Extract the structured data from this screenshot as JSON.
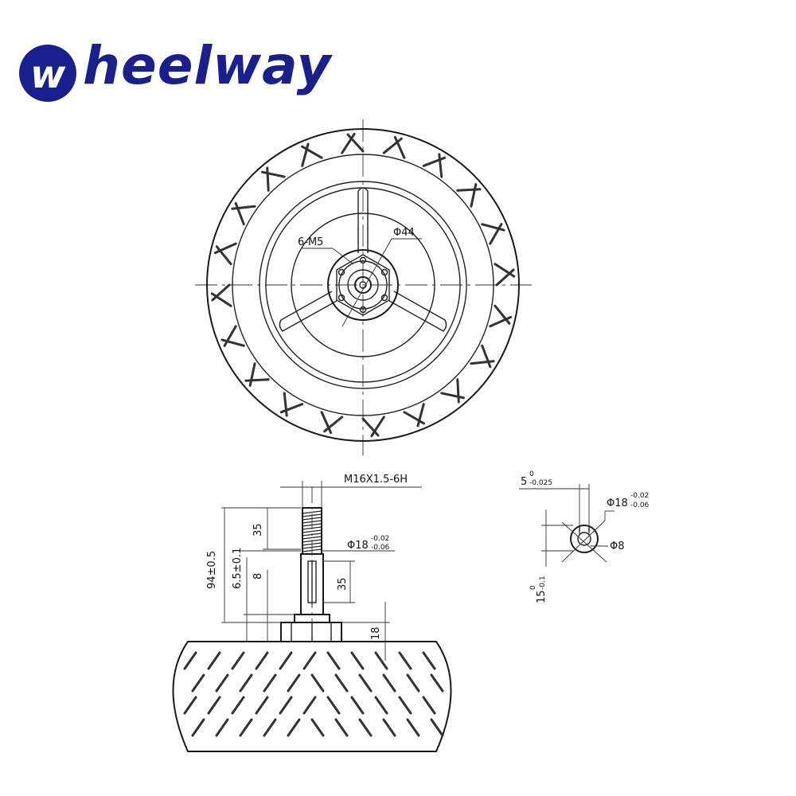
{
  "brand": {
    "name": "heelway",
    "mark_letter": "w",
    "color": "#1a1f8e"
  },
  "front_view": {
    "bolt_label": "6-M5",
    "hub_diameter": "Φ44"
  },
  "side_view": {
    "thread": "M16X1.5-6H",
    "total_length": "94±0.5",
    "step": "6.5±0.1",
    "thread_length": "35",
    "lower_gap": "8",
    "flat_length": "35",
    "flange_height": "18",
    "shaft_dia": "Φ18",
    "shaft_tol_upper": "-0.02",
    "shaft_tol_lower": "-0.06"
  },
  "section_view": {
    "keyway_width": "5",
    "keyway_tol_upper": "0",
    "keyway_tol_lower": "-0.025",
    "shaft_dia": "Φ18",
    "shaft_tol_upper": "-0.02",
    "shaft_tol_lower": "-0.06",
    "bore_dia": "Φ8",
    "flat_depth": "15",
    "flat_tol_upper": "0",
    "flat_tol_lower": "-0.1"
  }
}
